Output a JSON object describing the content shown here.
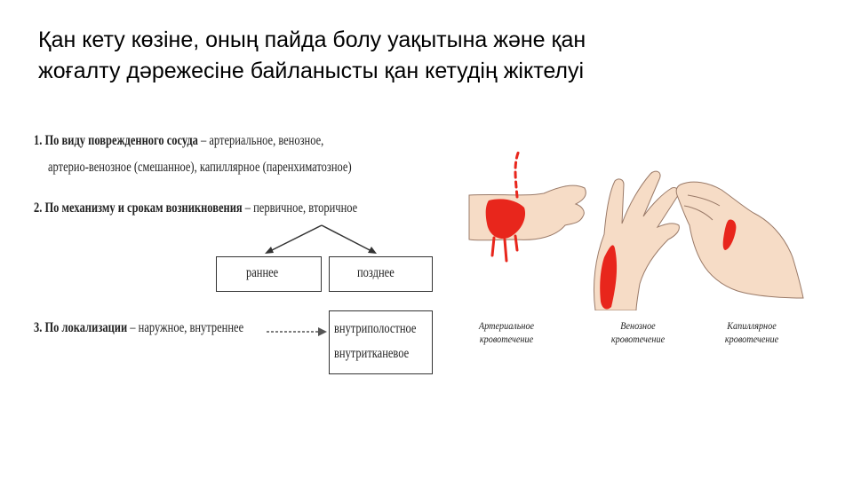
{
  "slide": {
    "title_line1": "Қан кету көзіне, оның пайда болу уақытына және қан",
    "title_line2": "жоғалту дәрежесіне байланысты қан кетудің жіктелуі"
  },
  "scheme": {
    "item1": {
      "head": "1. По виду поврежденного сосуда",
      "tail": " – артериальное, венозное,",
      "line2": "артерио-венозное (смешанное), капиллярное (паренхиматозное)"
    },
    "item2": {
      "head": "2. По механизму и срокам возникновения",
      "tail": " – первичное,  вторичное",
      "box_left": "раннее",
      "box_right": "позднее"
    },
    "item3": {
      "head": "3. По локализации",
      "tail": " – наружное, внутреннее",
      "box_line1": "внутриполостное",
      "box_line2": "внутритканевое"
    }
  },
  "illustration": {
    "captions": [
      {
        "line1": "Артериальное",
        "line2": "кровотечение"
      },
      {
        "line1": "Венозное",
        "line2": "кровотечение"
      },
      {
        "line1": "Капиллярное",
        "line2": "кровотечение"
      }
    ],
    "colors": {
      "blood": "#e8261c",
      "skin": "#f6dcc6",
      "outline": "#9a7a68"
    }
  }
}
